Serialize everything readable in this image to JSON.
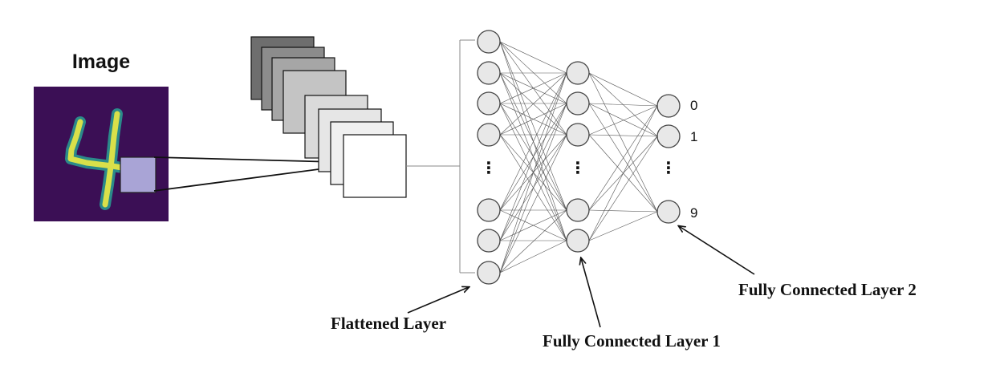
{
  "diagram": {
    "image_title": "Image",
    "outputs": {
      "first": "0",
      "second": "1",
      "last": "9"
    },
    "labels": {
      "flattened": "Flattened Layer",
      "fc1": "Fully Connected Layer 1",
      "fc2": "Fully Connected Layer 2"
    },
    "colors": {
      "image_background": "#3b0f55",
      "digit_stroke": "#d9e04a",
      "patch": "#a9a4d6",
      "neuron_fill": "#e8e8e8"
    },
    "feature_map_shades": [
      "#6e6e6e",
      "#8c8c8c",
      "#a6a6a6",
      "#c4c4c4",
      "#dadada",
      "#e6e6e6",
      "#f0f0f0",
      "#ffffff"
    ]
  }
}
